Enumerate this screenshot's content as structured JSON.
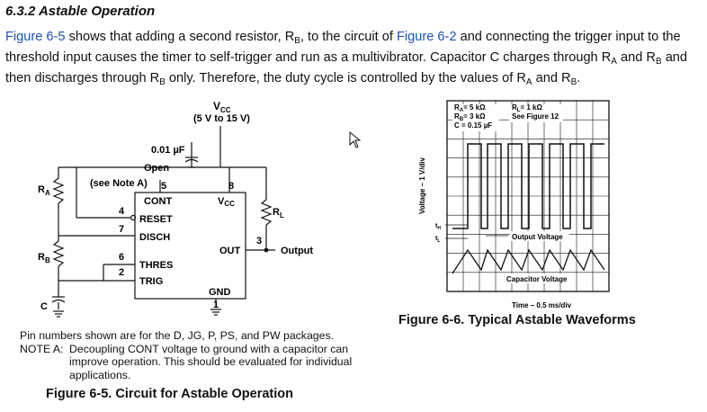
{
  "section": {
    "heading": "6.3.2 Astable Operation"
  },
  "paragraph": {
    "part1": "shows that adding a second resistor, R",
    "part2": ", to the circuit of",
    "part3": "and connecting the trigger input to the threshold input causes the timer to self-trigger and run as a multivibrator. Capacitor C charges through R",
    "part4": "and R",
    "part5": "and then discharges through R",
    "part6": "only. Therefore, the duty cycle is controlled by the values of R",
    "part7": "and R",
    "part8": ".",
    "link_fig5": "Figure 6-5",
    "link_fig2": "Figure 6-2",
    "sub_b": "B",
    "sub_a": "A"
  },
  "circuit": {
    "vcc_label": "V",
    "vcc_sub": "CC",
    "vcc_range": "(5 V to 15 V)",
    "cap_label": "0.01 µF",
    "open_label": "Open",
    "note_label": "(see Note A)",
    "ra_label": "R",
    "ra_sub": "A",
    "rb_label": "R",
    "rb_sub": "B",
    "rl_label": "R",
    "rl_sub": "L",
    "c_label": "C",
    "output_label": "Output",
    "pins": {
      "p5": "5",
      "p8": "8",
      "p4": "4",
      "p7": "7",
      "p6": "6",
      "p2": "2",
      "p3": "3",
      "p1": "1"
    },
    "ic": {
      "cont": "CONT",
      "vcc": "V",
      "vcc_sub": "CC",
      "reset": "RESET",
      "disch": "DISCH",
      "out": "OUT",
      "thres": "THRES",
      "trig": "TRIG",
      "gnd": "GND"
    }
  },
  "notes": {
    "line1": "Pin numbers shown are for the D, JG, P, PS, and PW packages.",
    "note_a_label": "NOTE A:",
    "note_a_text": "Decoupling CONT voltage to ground with a capacitor can improve operation. This should be evaluated for individual applications."
  },
  "captions": {
    "fig5": "Figure 6-5. Circuit for Astable Operation",
    "fig6": "Figure 6-6. Typical Astable Waveforms"
  },
  "waveform": {
    "params_left": [
      "Rₐ = 5 kΩ",
      "Rᵦ = 3 kΩ",
      "C = 0.15 µF"
    ],
    "ra_line": "R",
    "ra_val": "= 5 kΩ",
    "rb_line": "R",
    "rb_val": "= 3 kΩ",
    "c_line": "C = 0.15 µF",
    "rl_line": "R",
    "rl_val": "= 1 kΩ",
    "see_fig": "See Figure 12",
    "ylabel": "Voltage – 1 V/div",
    "xlabel": "Time – 0.5 ms/div",
    "tH": "t",
    "tH_sub": "H",
    "tL": "t",
    "tL_sub": "L",
    "output_voltage": "Output Voltage",
    "capacitor_voltage": "Capacitor Voltage",
    "sub_a": "A",
    "sub_b": "B",
    "sub_l": "L"
  },
  "colors": {
    "link": "#1a53b8",
    "text": "#111111"
  }
}
